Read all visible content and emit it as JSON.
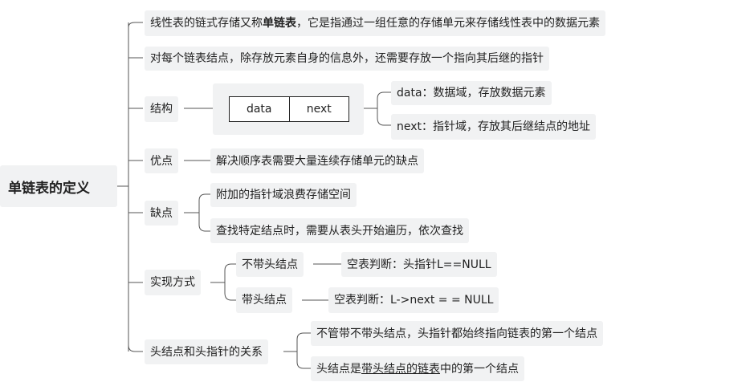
{
  "root": "单链表的定义",
  "def1": {
    "pre": "线性表的链式存储又称",
    "bold": "单链表",
    "post": "，它是指通过一组任意的存储单元来存储线性表中的数据元素"
  },
  "def2": "对每个链表结点，除存放元素自身的信息外，还需要存放一个指向其后继的指针",
  "structure": {
    "label": "结构",
    "cells": [
      "data",
      "next"
    ],
    "data_desc": "data：数据域，存放数据元素",
    "next_desc": "next：指针域，存放其后继结点的地址"
  },
  "advantage": {
    "label": "优点",
    "text": "解决顺序表需要大量连续存储单元的缺点"
  },
  "disadvantage": {
    "label": "缺点",
    "items": [
      "附加的指针域浪费存储空间",
      "查找特定结点时，需要从表头开始遍历，依次查找"
    ]
  },
  "implementation": {
    "label": "实现方式",
    "no_head": {
      "label": "不带头结点",
      "text": "空表判断：头指针L==NULL"
    },
    "with_head": {
      "label": "带头结点",
      "text": "空表判断：L->next = = NULL"
    }
  },
  "relation": {
    "label": "头结点和头指针的关系",
    "item1": "不管带不带头结点，头指针都始终指向链表的第一个结点",
    "item2": {
      "pre": "头结点是",
      "under": "带头结点的链表",
      "post": "中的第一个结点"
    }
  }
}
